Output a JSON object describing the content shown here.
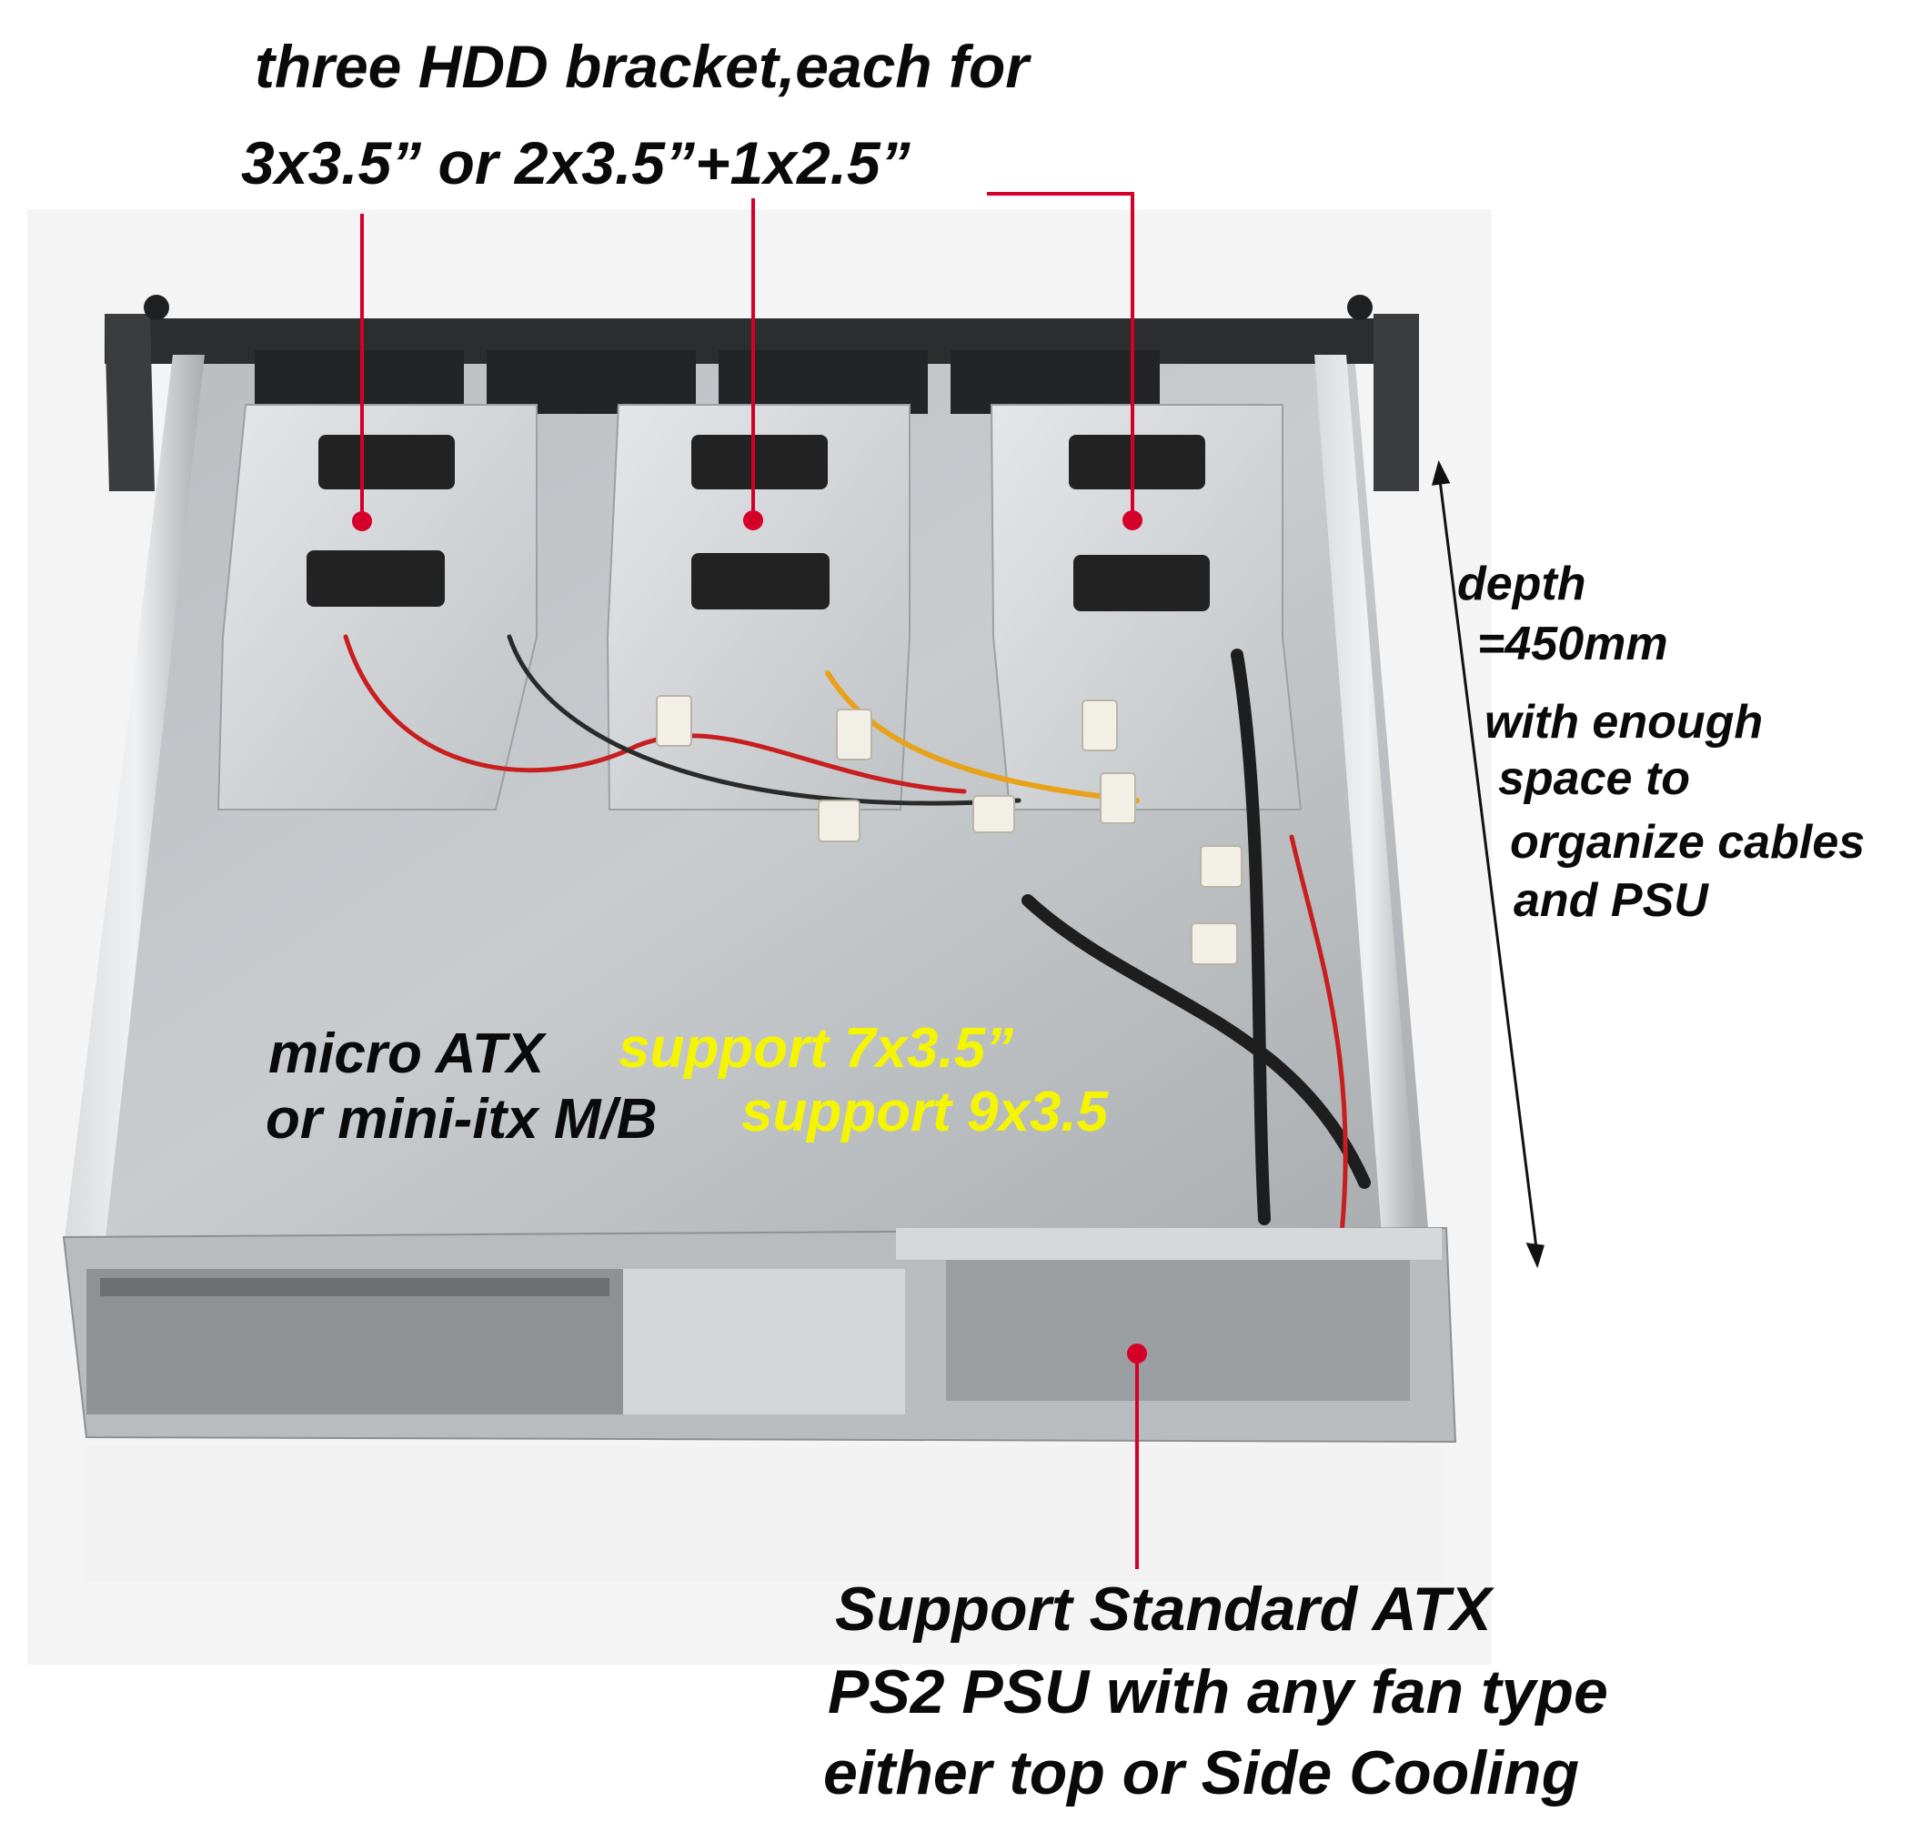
{
  "callouts": {
    "hdd_line1": "three HDD bracket,each for",
    "hdd_line2": "3x3.5” or 2x3.5”+1x2.5”",
    "depth_line1": "depth",
    "depth_line2": "=450mm",
    "depth_line3": "with enough",
    "depth_line4": "space to",
    "depth_line5": "organize cables",
    "depth_line6": "and PSU",
    "mb_line1": "micro ATX",
    "mb_line2": "or mini-itx M/B",
    "support_line1": "support 7x3.5”",
    "support_line2": "support 9x3.5",
    "psu_line1": "Support Standard ATX",
    "psu_line2": "PS2 PSU with any fan type",
    "psu_line3": "either top or Side Cooling"
  },
  "colors": {
    "callout_line": "#d4002a",
    "text_black": "#0a0a0a",
    "text_yellow": "#f5f500",
    "metal_light": "#c9ccce",
    "metal_dark": "#5b5f63"
  }
}
